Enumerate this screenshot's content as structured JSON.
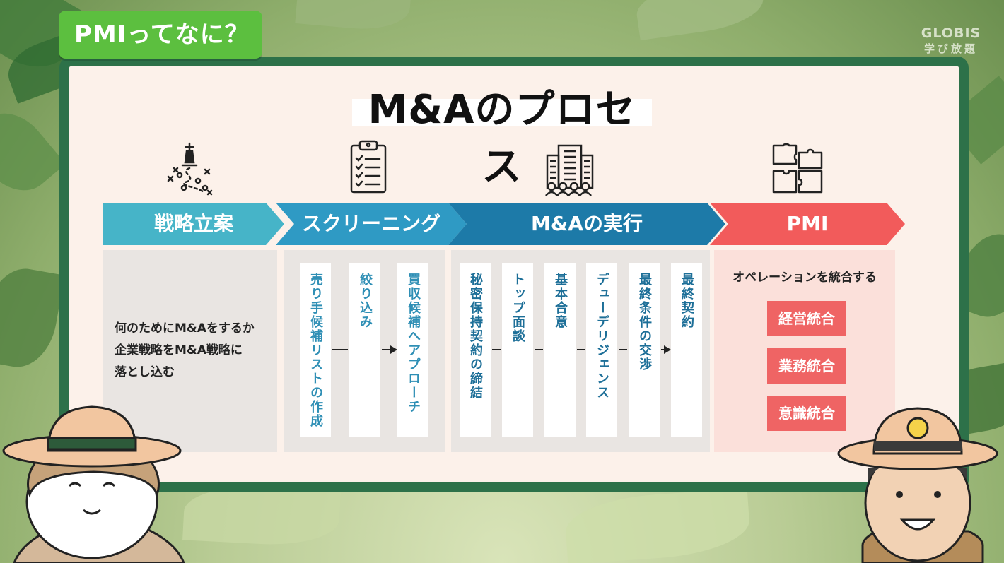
{
  "topic_tag": "PMIってなに？",
  "logo": {
    "line1": "GLOBIS",
    "line2": "学び放題"
  },
  "title": "M&Aのプロセス",
  "icons": [
    "chess-strategy-icon",
    "clipboard-checklist-icon",
    "building-people-icon",
    "puzzle-icon"
  ],
  "colors": {
    "step1": "#46b4c8",
    "step2": "#2f9ac4",
    "step3": "#1d7aa8",
    "step4": "#f25b5b",
    "frame": "#2d7149",
    "topic": "#5cbf3f"
  },
  "steps": [
    {
      "label": "戦略立案"
    },
    {
      "label": "スクリーニング"
    },
    {
      "label": "M&Aの実行"
    },
    {
      "label": "PMI"
    }
  ],
  "strategy": {
    "lines": [
      "何のためにM&Aをするか",
      "企業戦略をM&A戦略に",
      "落とし込む"
    ]
  },
  "screening": {
    "items": [
      "売り手候補リストの作成",
      "絞り込み",
      "買収候補へアプローチ"
    ]
  },
  "execution": {
    "items": [
      "秘密保持契約の締結",
      "トップ面談",
      "基本合意",
      "デューデリジェンス",
      "最終条件の交渉",
      "最終契約"
    ]
  },
  "pmi": {
    "description": "オペレーションを統合する",
    "items": [
      "経営統合",
      "業務統合",
      "意識統合"
    ]
  }
}
